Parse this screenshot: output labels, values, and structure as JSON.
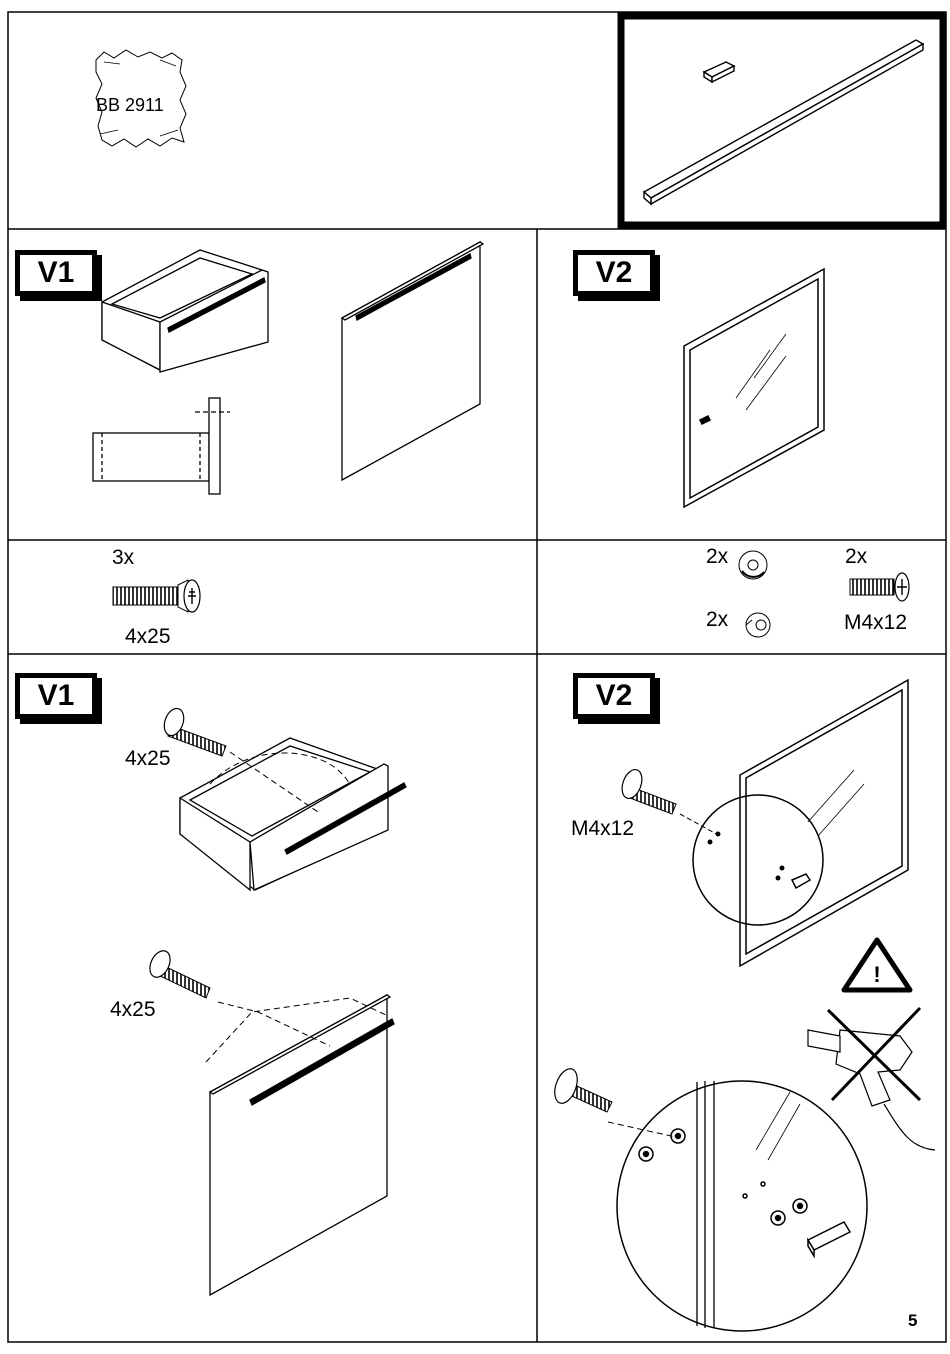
{
  "bag": {
    "label": "BB 2911"
  },
  "step1": {
    "variant_label": "V1",
    "screws": {
      "quantity": "3x",
      "size": "4x25"
    }
  },
  "step2": {
    "variant_label": "V2",
    "washer": {
      "quantity": "2x"
    },
    "bushing": {
      "quantity": "2x"
    },
    "screw": {
      "quantity": "2x",
      "size": "M4x12"
    }
  },
  "step3": {
    "variant_label": "V1",
    "drawer_screw_size": "4x25",
    "front_screw_size": "4x25"
  },
  "step4": {
    "variant_label": "V2",
    "screw_size": "M4x12",
    "warning_symbol": "!"
  },
  "page_number": "5"
}
